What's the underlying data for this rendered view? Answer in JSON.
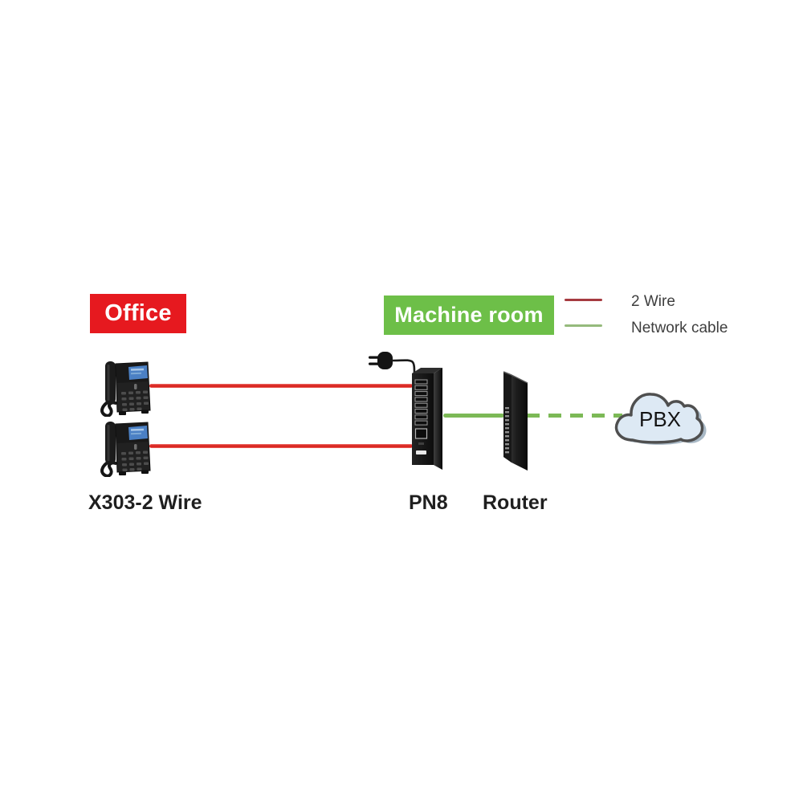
{
  "diagram": {
    "title_regions": {
      "office": {
        "label": "Office",
        "bg_color": "#e6191f"
      },
      "machine_room": {
        "label": "Machine room",
        "bg_color": "#6dbf48"
      }
    },
    "legend": {
      "items": [
        {
          "label": "2 Wire",
          "line_color": "#a63b40",
          "line_style": "solid"
        },
        {
          "label": "Network cable",
          "line_color": "#95ba7c",
          "line_style": "solid"
        }
      ]
    },
    "devices": {
      "phones": {
        "label": "X303-2 Wire",
        "count": 2,
        "type": "ip-phone"
      },
      "pn8": {
        "label": "PN8",
        "type": "2-wire-switch"
      },
      "router": {
        "label": "Router",
        "type": "router"
      },
      "pbx": {
        "label": "PBX",
        "type": "cloud-service"
      }
    },
    "connections": [
      {
        "from": "phone-1",
        "to": "pn8",
        "type": "2 Wire",
        "style": "solid",
        "color": "#da2823"
      },
      {
        "from": "phone-2",
        "to": "pn8",
        "type": "2 Wire",
        "style": "solid",
        "color": "#da2823"
      },
      {
        "from": "pn8",
        "to": "router",
        "type": "Network cable",
        "style": "solid",
        "color": "#7cb956"
      },
      {
        "from": "router",
        "to": "pbx",
        "type": "Network cable",
        "style": "dashed",
        "color": "#7cb956"
      }
    ],
    "colors": {
      "wire2_cable": "#da2823",
      "network_cable": "#7cb956",
      "cloud_fill": "#dde9f4",
      "cloud_stroke": "#4f4f4f"
    }
  }
}
